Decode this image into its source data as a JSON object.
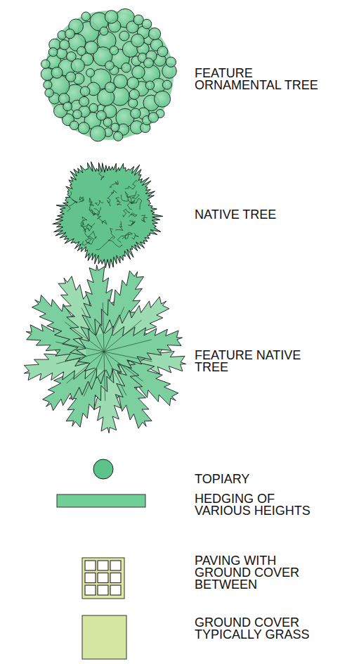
{
  "diagram": {
    "legend": [
      {
        "text": "FEATURE ORNAMENTAL TREE"
      },
      {
        "text": "NATIVE TREE"
      },
      {
        "text": "FEATURE NATIVE TREE"
      },
      {
        "text": "TOPIARY"
      },
      {
        "text": "HEDGING OF VARIOUS HEIGHTS",
        "color": "#6fcf97"
      },
      {
        "text": "PAVING WITH GROUND COVER BETWEEN"
      },
      {
        "text": "GROUND COVER TYPICALLY GRASS",
        "color": "#d6e7a4"
      }
    ]
  }
}
